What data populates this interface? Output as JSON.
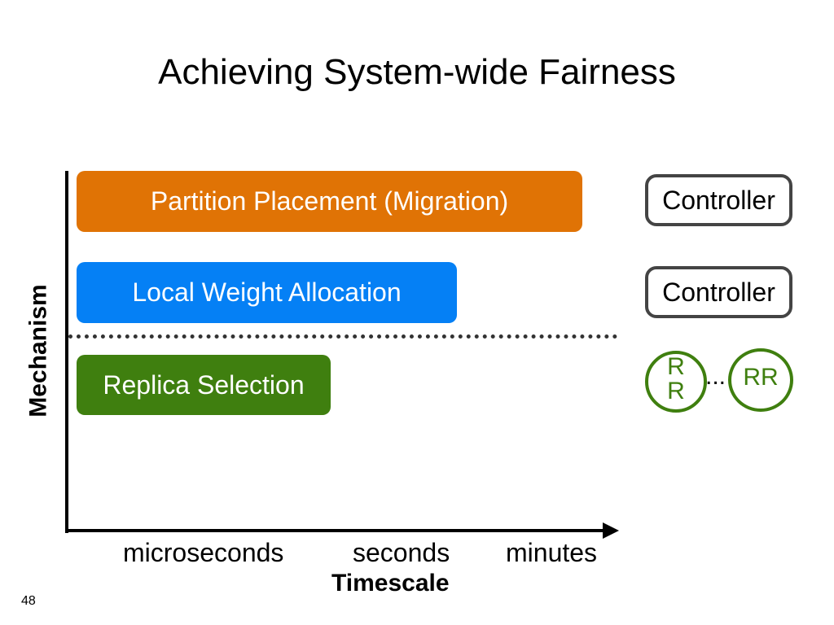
{
  "slide": {
    "title": "Achieving System-wide Fairness",
    "page_number": "48"
  },
  "diagram": {
    "y_axis_label": "Mechanism",
    "x_axis_label": "Timescale",
    "timescales": [
      "microseconds",
      "seconds",
      "minutes"
    ],
    "mechanisms": [
      {
        "label": "Partition Placement (Migration)",
        "color": "#e07305"
      },
      {
        "label": "Local Weight Allocation",
        "color": "#0580f5"
      },
      {
        "label": "Replica Selection",
        "color": "#3f7f0f"
      }
    ],
    "controller_label": "Controller",
    "rr_small_label": "R\nR",
    "rr_ellipsis": "...",
    "rr_label": "RR"
  }
}
